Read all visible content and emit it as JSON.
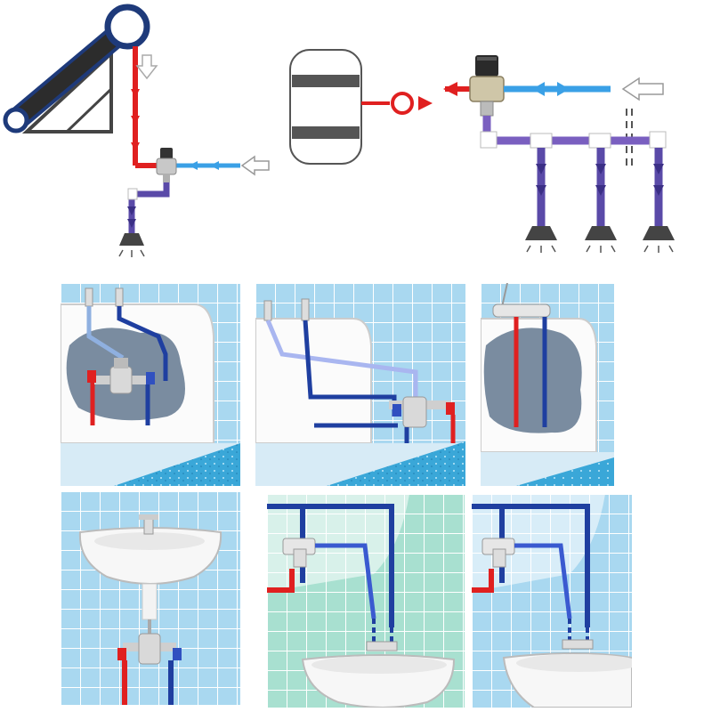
{
  "colors": {
    "hot": "#e02020",
    "cold": "#3aa0e6",
    "mixed": "#5a4aa8",
    "mixed_dark": "#3b2f86",
    "tile_blue": "#a9d8f0",
    "tile_green": "#a8e0d0",
    "grout": "#ffffff",
    "wall_hole": "#7a8ca0",
    "water": "#3aa7d8",
    "frame": "#333333",
    "collector": "#1e3a7a"
  },
  "diagrams": {
    "solar_system": {
      "icons": [
        "solar-collector-icon",
        "thermostatic-valve-icon",
        "shower-head-icon",
        "inlet-arrow-icon"
      ]
    },
    "boiler_system": {
      "icons": [
        "water-heater-icon",
        "thermostatic-valve-icon",
        "shower-head-icon",
        "shower-head-icon",
        "shower-head-icon",
        "inlet-arrow-icon"
      ]
    }
  },
  "panels": [
    {
      "scene": "bathtub-concealed-valve",
      "tiles": "blue"
    },
    {
      "scene": "bathtub-exposed-pipes",
      "tiles": "blue"
    },
    {
      "scene": "shower-wall-valve",
      "tiles": "blue"
    },
    {
      "scene": "washbasin-under-sink-valve",
      "tiles": "blue"
    },
    {
      "scene": "basin-wall-mixing-left",
      "tiles": "green"
    },
    {
      "scene": "basin-wall-mixing-right",
      "tiles": "blue"
    }
  ]
}
